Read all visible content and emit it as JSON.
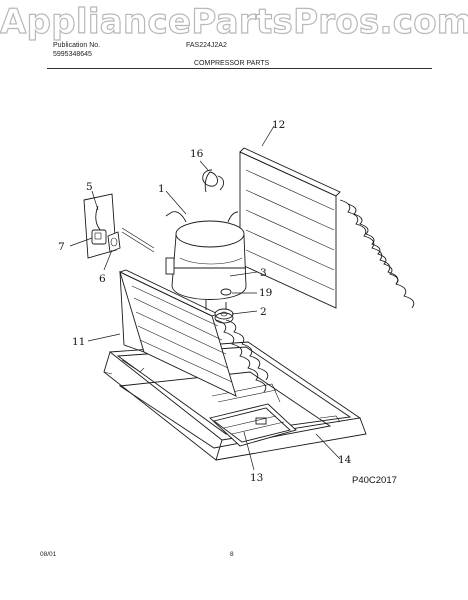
{
  "watermark": "AppliancePartsPros.com",
  "header": {
    "publication_label": "Publication No.",
    "publication_number": "5995348645",
    "model": "FAS224J2A2",
    "section_title": "COMPRESSOR PARTS"
  },
  "callouts": [
    "1",
    "2",
    "3",
    "5",
    "6",
    "7",
    "11",
    "12",
    "13",
    "14",
    "16",
    "19"
  ],
  "figure_ref": "P40C2017",
  "footer": {
    "date": "08/01",
    "page": "8"
  }
}
